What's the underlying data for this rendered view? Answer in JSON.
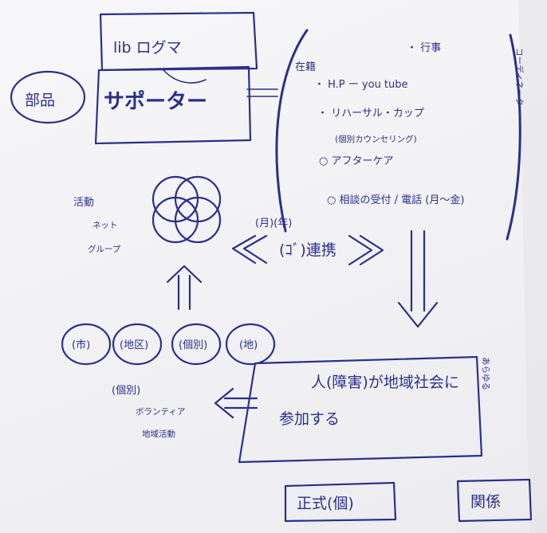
{
  "labels": {
    "top_box_upper": "lib ログマ",
    "top_box_main": "サポーター",
    "left_oval": "部品",
    "small_note_top": "在籍",
    "list_1": "○ 相談の受付 / 電話 (月〜金)",
    "list_2": "○ アフターケア",
    "list_2_note": "(個別カウンセリング)",
    "list_3": "・ リハーサル・カップ",
    "list_4": "・ H.P ー you tube",
    "list_5": "・ 行事",
    "right_vertical": "コーディネーター",
    "mid_bracket_label": "(ｺﾞ)連携",
    "mid_bracket_sub": "(月)(年)",
    "venn_note_left": "活動",
    "venn_note_sub": "ネット",
    "venn_note_sub2": "グループ",
    "circles": [
      "(市)",
      "(地区)",
      "(個別)",
      "(地)"
    ],
    "under_circles": "(個別)",
    "under_circles_sub": "ボランティア",
    "under_circles_sub2": "地域活動",
    "main_box_line1": "人(障害)が地域社会に",
    "main_box_line2": "参加する",
    "main_box_side": "あらゆる",
    "bottom_box_center": "正式(個)",
    "bottom_box_right": "関係"
  },
  "colors": {
    "ink": "#2b2f8a",
    "paper": "#f3f3f6"
  }
}
